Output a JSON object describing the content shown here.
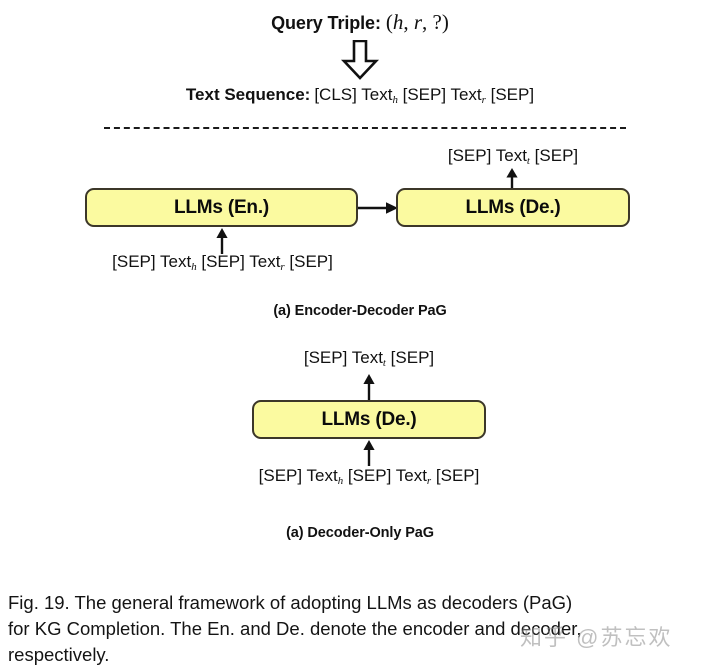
{
  "figure": {
    "query": {
      "label": "Query Triple:",
      "triple_open": "(",
      "h": "h",
      "comma1": ", ",
      "r": "r",
      "comma2": ", ",
      "q": "?",
      "triple_close": ")"
    },
    "text_sequence": {
      "label": "Text Sequence:",
      "tokens_prefix": "[CLS] Text",
      "sub_h": "h",
      "mid": " [SEP] Text",
      "sub_r": "r",
      "suffix": " [SEP]"
    },
    "panel_a": {
      "encoder_box": "LLMs (En.)",
      "decoder_box": "LLMs (De.)",
      "encoder_input_prefix": "[SEP] Text",
      "encoder_input_sub_h": "h",
      "encoder_input_mid": " [SEP] Text",
      "encoder_input_sub_r": "r",
      "encoder_input_suffix": " [SEP]",
      "decoder_output_prefix": "[SEP] Text",
      "decoder_output_sub_t": "t",
      "decoder_output_suffix": " [SEP]",
      "caption": "(a) Encoder-Decoder PaG"
    },
    "panel_b": {
      "decoder_box": "LLMs (De.)",
      "output_prefix": "[SEP] Text",
      "output_sub_t": "t",
      "output_suffix": " [SEP]",
      "input_prefix": "[SEP] Text",
      "input_sub_h": "h",
      "input_mid": " [SEP] Text",
      "input_sub_r": "r",
      "input_suffix": " [SEP]",
      "caption": "(a) Decoder-Only PaG"
    },
    "caption": {
      "line1": "Fig. 19. The general framework of adopting LLMs as decoders (PaG)",
      "line2": "for KG Completion. The En. and De. denote the encoder and decoder,",
      "line3": "respectively."
    },
    "watermark": "知乎 @苏忘欢",
    "colors": {
      "box_fill": "#fbfaa0",
      "box_border": "#3c3729",
      "text": "#111111",
      "background": "#ffffff"
    }
  }
}
